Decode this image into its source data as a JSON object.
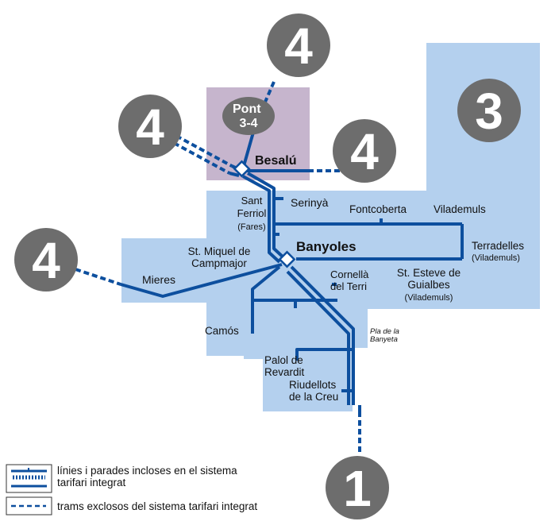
{
  "colors": {
    "zone_blue": "#b4d0ee",
    "zone_purple": "#c6b5cd",
    "line_blue": "#0d4f9e",
    "badge_gray": "#6d6d6d"
  },
  "zones": {
    "zone_1": "1",
    "zone_3": "3",
    "zone_4_top": "4",
    "zone_4_topleft": "4",
    "zone_4_right": "4",
    "zone_4_left": "4",
    "pont_zone": "Pont\n3-4"
  },
  "places": {
    "besalu": "Besalú",
    "banyoles": "Banyoles",
    "serinya": "Serinyà",
    "sant_ferriol": "Sant\nFerriol\n(Fares)",
    "fontcoberta": "Fontcoberta",
    "vilademuls": "Vilademuls",
    "terradelles": "Terradelles\n(Vilademuls)",
    "st_esteve": "St. Esteve de\nGuialbes\n(Vilademuls)",
    "st_miquel": "St. Miquel de\nCampmajor",
    "mieres": "Mieres",
    "cornella": "Cornellà\ndel Terri",
    "pla_banyeta": "Pla de la\nBanyeta",
    "camos": "Camós",
    "palol": "Palol de\nRevardit",
    "riudellots": "Riudellots\nde la Creu"
  },
  "legend": {
    "included": "línies i parades incloses en el sistema\ntarifari integrat",
    "excluded": "trams exclosos del sistema tarifari integrat"
  }
}
